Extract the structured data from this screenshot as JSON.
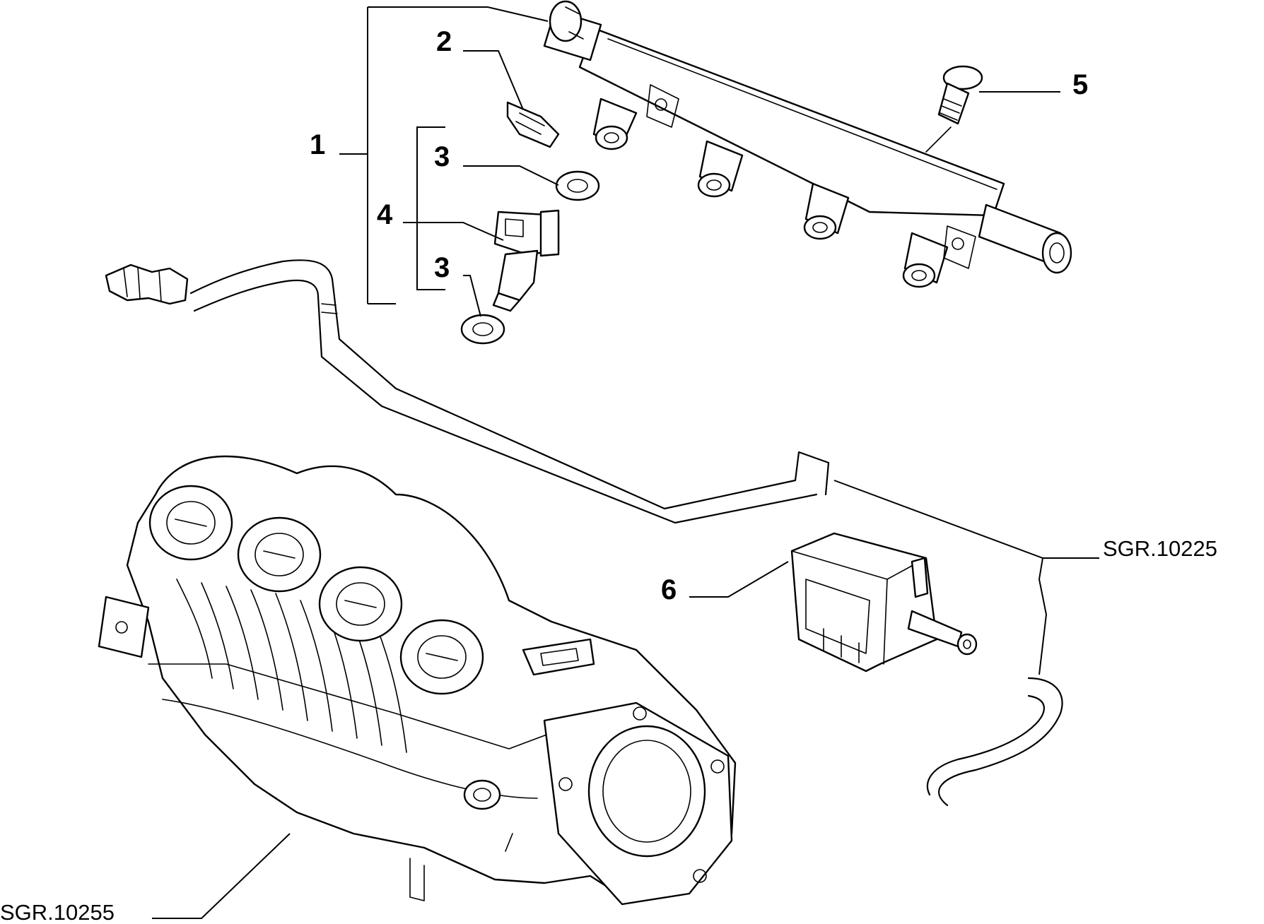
{
  "diagram": {
    "callouts": [
      {
        "id": "1",
        "label": "1"
      },
      {
        "id": "2",
        "label": "2"
      },
      {
        "id": "3a",
        "label": "3"
      },
      {
        "id": "4",
        "label": "4"
      },
      {
        "id": "3b",
        "label": "3"
      },
      {
        "id": "5",
        "label": "5"
      },
      {
        "id": "6",
        "label": "6"
      }
    ],
    "references": [
      {
        "id": "ref-hose",
        "label": "SGR.10225"
      },
      {
        "id": "ref-manifold",
        "label": "SGR.10255"
      }
    ]
  }
}
